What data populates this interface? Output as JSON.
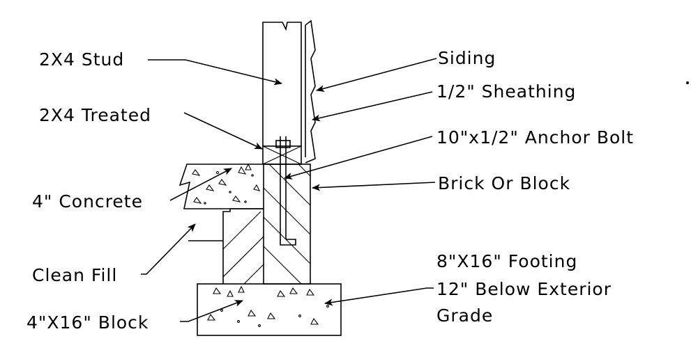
{
  "labels": {
    "stud": "2X4 Stud",
    "treated": "2X4 Treated",
    "concrete": "4\" Concrete",
    "clean_fill": "Clean Fill",
    "block": "4\"X16\" Block",
    "siding": "Siding",
    "sheathing": "1/2\" Sheathing",
    "anchor_bolt": "10\"x1/2\" Anchor Bolt",
    "brick_or_block": "Brick Or Block",
    "footing_line1": "8\"X16\" Footing",
    "footing_line2": "12\" Below Exterior",
    "footing_line3": "Grade"
  }
}
